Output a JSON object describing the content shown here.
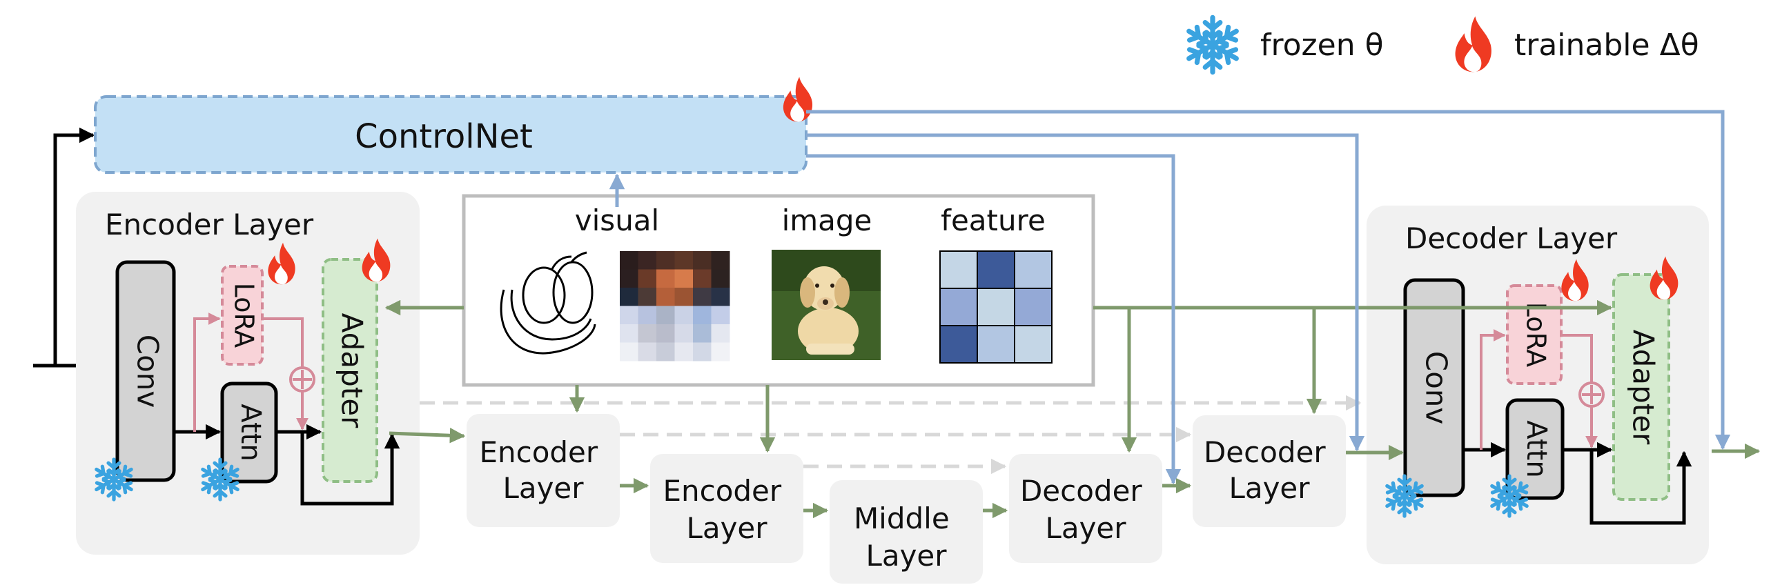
{
  "legend": {
    "frozen_label": "frozen θ",
    "trainable_label": "trainable Δθ",
    "frozen_icon": "snowflake-icon",
    "trainable_icon": "flame-icon"
  },
  "controlnet": {
    "label": "ControlNet"
  },
  "encoder_detail": {
    "title": "Encoder Layer",
    "conv": "Conv",
    "lora": "LoRA",
    "attn": "Attn",
    "adapter": "Adapter"
  },
  "decoder_detail": {
    "title": "Decoder Layer",
    "conv": "Conv",
    "lora": "LoRA",
    "attn": "Attn",
    "adapter": "Adapter"
  },
  "prompts": {
    "visual": "visual",
    "image": "image",
    "feature": "feature"
  },
  "unet": {
    "enc1": [
      "Encoder",
      "Layer"
    ],
    "enc2": [
      "Encoder",
      "Layer"
    ],
    "mid": [
      "Middle",
      "Layer"
    ],
    "dec1": [
      "Decoder",
      "Layer"
    ],
    "dec2": [
      "Decoder",
      "Layer"
    ]
  },
  "colors": {
    "controlnet_fill": "#c3e0f5",
    "controlnet_stroke": "#7ea6cf",
    "blue_arrow": "#88a9d2",
    "green_arrow": "#7f9a6c",
    "lora_fill": "#f8d3d8",
    "lora_stroke": "#d58a99",
    "adapter_fill": "#d6ebd0",
    "adapter_stroke": "#8fbe85",
    "conv_fill": "#d3d3d3",
    "panel_fill": "#f1f1f1",
    "flame": "#ef3a22",
    "snowflake": "#3aa3e0"
  }
}
